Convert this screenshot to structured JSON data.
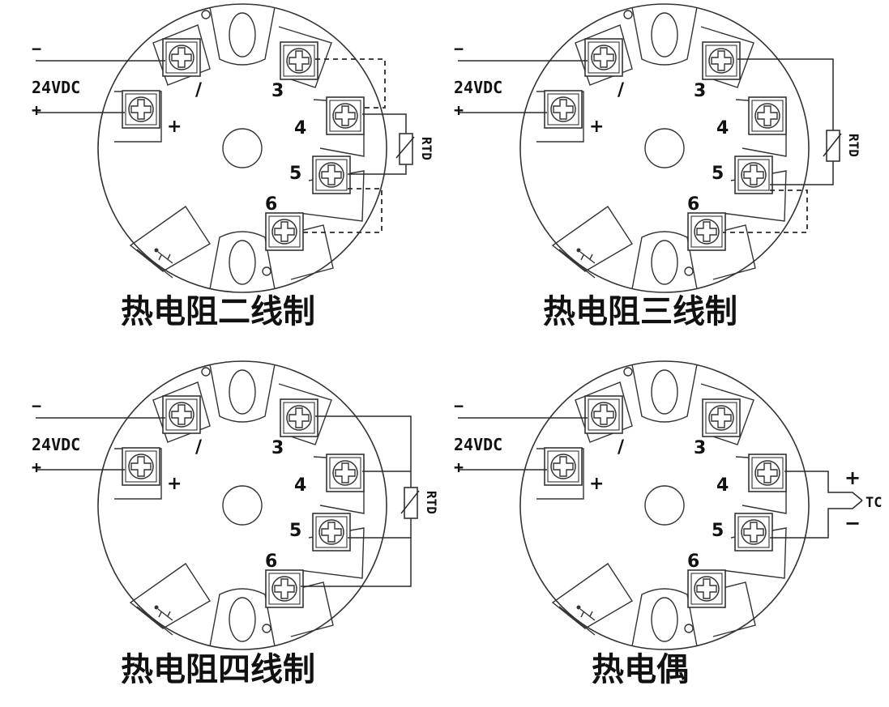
{
  "panels": [
    {
      "id": "two-wire",
      "caption": "热电阻二线制",
      "supply_label": "24VDC",
      "minus": "−",
      "plus": "+",
      "terminal_numbers": [
        "3",
        "4",
        "5",
        "6"
      ],
      "sensor_label": "RTD"
    },
    {
      "id": "three-wire",
      "caption": "热电阻三线制",
      "supply_label": "24VDC",
      "minus": "−",
      "plus": "+",
      "terminal_numbers": [
        "3",
        "4",
        "5",
        "6"
      ],
      "sensor_label": "RTD"
    },
    {
      "id": "four-wire",
      "caption": "热电阻四线制",
      "supply_label": "24VDC",
      "minus": "−",
      "plus": "+",
      "terminal_numbers": [
        "3",
        "4",
        "5",
        "6"
      ],
      "sensor_label": "RTD"
    },
    {
      "id": "thermocouple",
      "caption": "热电偶",
      "supply_label": "24VDC",
      "minus": "−",
      "plus": "+",
      "terminal_numbers": [
        "3",
        "4",
        "5",
        "6"
      ],
      "sensor_label": "TC",
      "tc_plus": "+",
      "tc_minus": "−"
    }
  ]
}
